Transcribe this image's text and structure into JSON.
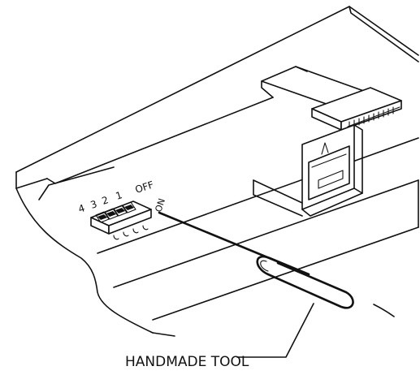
{
  "dip_switch": {
    "numbers": [
      "4",
      "3",
      "2",
      "1"
    ],
    "off_label": "OFF",
    "on_label": "ON"
  },
  "callout": {
    "label": "HANDMADE TOOL"
  }
}
